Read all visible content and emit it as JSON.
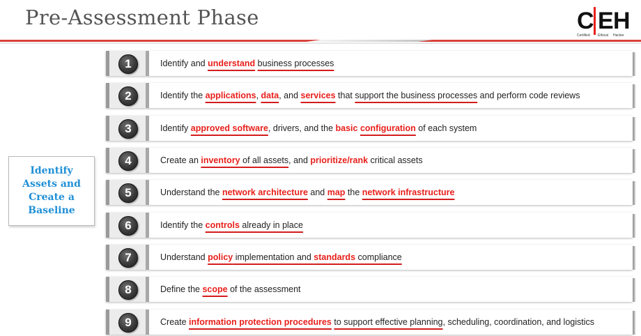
{
  "page": {
    "title": "Pre-Assessment Phase"
  },
  "logo": {
    "letters": [
      "C",
      "E",
      "H"
    ],
    "words": [
      "Certified",
      "Ethical",
      "Hacker"
    ]
  },
  "side_box": {
    "text": "Identify\nAssets and\nCreate a\nBaseline"
  },
  "colors": {
    "accent_red": "#e8201b",
    "side_box_blue": "#1f8fd6",
    "title_gray": "#555555"
  },
  "steps": [
    {
      "number": "1",
      "segments": [
        {
          "text": "Identify and "
        },
        {
          "text": "understand",
          "keyword": true,
          "underline": true
        },
        {
          "text": " "
        },
        {
          "text": "business processes",
          "underline": true
        }
      ]
    },
    {
      "number": "2",
      "segments": [
        {
          "text": "Identify the "
        },
        {
          "text": "applications",
          "keyword": true,
          "underline": true
        },
        {
          "text": ", "
        },
        {
          "text": "data",
          "keyword": true,
          "underline": true
        },
        {
          "text": ", and "
        },
        {
          "text": "services",
          "keyword": true,
          "underline": true
        },
        {
          "text": " that "
        },
        {
          "text": "support the business processes",
          "underline": true
        },
        {
          "text": " and perform code reviews"
        }
      ]
    },
    {
      "number": "3",
      "segments": [
        {
          "text": "Identify "
        },
        {
          "text": "approved software",
          "keyword": true,
          "underline": true
        },
        {
          "text": ", drivers, and the "
        },
        {
          "text": "basic",
          "keyword": true
        },
        {
          "text": " "
        },
        {
          "text": "configuration",
          "keyword": true,
          "underline": true
        },
        {
          "text": " of each system"
        }
      ]
    },
    {
      "number": "4",
      "segments": [
        {
          "text": "Create an "
        },
        {
          "text": "inventory",
          "keyword": true,
          "underline": true
        },
        {
          "text": " of all assets",
          "underline": true
        },
        {
          "text": ", and "
        },
        {
          "text": "prioritize/rank",
          "keyword": true
        },
        {
          "text": " critical assets"
        }
      ]
    },
    {
      "number": "5",
      "segments": [
        {
          "text": "Understand the "
        },
        {
          "text": "network architecture",
          "keyword": true,
          "underline": true
        },
        {
          "text": " and "
        },
        {
          "text": "map",
          "keyword": true,
          "underline": true
        },
        {
          "text": " the "
        },
        {
          "text": "network infrastructure",
          "keyword": true,
          "underline": true
        }
      ]
    },
    {
      "number": "6",
      "segments": [
        {
          "text": "Identify the "
        },
        {
          "text": "controls",
          "keyword": true,
          "underline": true
        },
        {
          "text": " already in place",
          "underline": true
        }
      ]
    },
    {
      "number": "7",
      "segments": [
        {
          "text": "Understand "
        },
        {
          "text": "policy",
          "keyword": true,
          "underline": true
        },
        {
          "text": " implementation and ",
          "underline": true
        },
        {
          "text": "standards",
          "keyword": true,
          "underline": true
        },
        {
          "text": " compliance",
          "underline": true
        }
      ]
    },
    {
      "number": "8",
      "segments": [
        {
          "text": "Define the "
        },
        {
          "text": "scope",
          "keyword": true,
          "underline": true
        },
        {
          "text": " of the assessment"
        }
      ]
    },
    {
      "number": "9",
      "segments": [
        {
          "text": "Create "
        },
        {
          "text": "information protection procedures",
          "keyword": true,
          "underline": true
        },
        {
          "text": " "
        },
        {
          "text": "to support effective planning",
          "underline": true
        },
        {
          "text": ", scheduling, coordination, and logistics"
        }
      ]
    }
  ]
}
